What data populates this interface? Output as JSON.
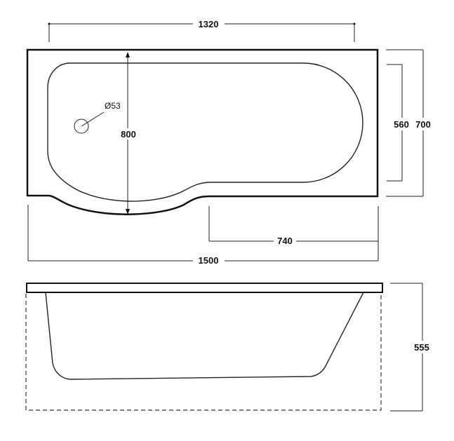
{
  "top_view": {
    "overall_length_label": "1500",
    "top_length_label": "1320",
    "width_label": "700",
    "inner_width_label": "560",
    "straight_section_label": "740",
    "max_width_label": "800",
    "drain_label": "Ø53"
  },
  "side_view": {
    "height_label": "555"
  },
  "colors": {
    "line": "#111111",
    "background": "#ffffff"
  }
}
